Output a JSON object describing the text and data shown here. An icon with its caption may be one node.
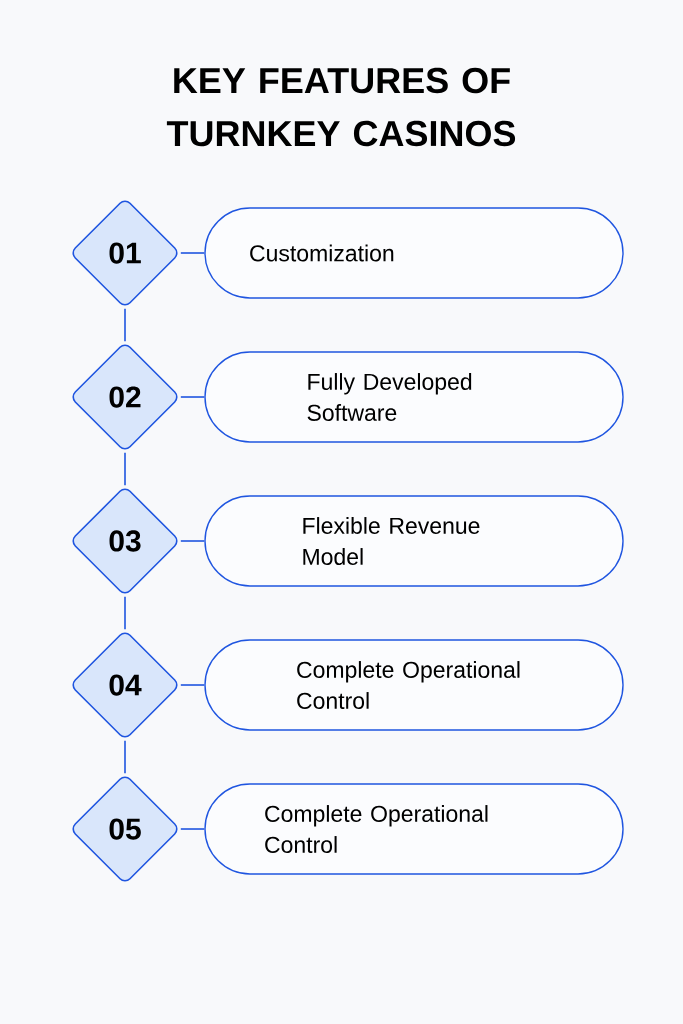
{
  "diagram": {
    "title": "KEY FEATURES OF TURNKEY CASINOS",
    "nodes": [
      {
        "text": [
          "01"
        ]
      },
      {
        "text": [
          "Customization"
        ]
      },
      {
        "text": [
          "02"
        ]
      },
      {
        "text": [
          "Fully Developed Software"
        ]
      },
      {
        "text": [
          "03"
        ]
      },
      {
        "text": [
          "Flexible Revenue Model"
        ]
      },
      {
        "text": [
          "04"
        ]
      },
      {
        "text": [
          "Complete Operational Control"
        ]
      },
      {
        "text": [
          "05"
        ]
      },
      {
        "text": [
          "Complete Operational Control"
        ]
      }
    ],
    "edges": [
      {
        "from": 0,
        "to": 1,
        "arrow": "none"
      },
      {
        "from": 0,
        "to": 2,
        "arrow": "none"
      },
      {
        "from": 2,
        "to": 3,
        "arrow": "none"
      },
      {
        "from": 2,
        "to": 4,
        "arrow": "none"
      },
      {
        "from": 4,
        "to": 5,
        "arrow": "none"
      },
      {
        "from": 4,
        "to": 6,
        "arrow": "none"
      },
      {
        "from": 6,
        "to": 7,
        "arrow": "none"
      },
      {
        "from": 6,
        "to": 8,
        "arrow": "none"
      },
      {
        "from": 8,
        "to": 9,
        "arrow": "none"
      }
    ]
  }
}
